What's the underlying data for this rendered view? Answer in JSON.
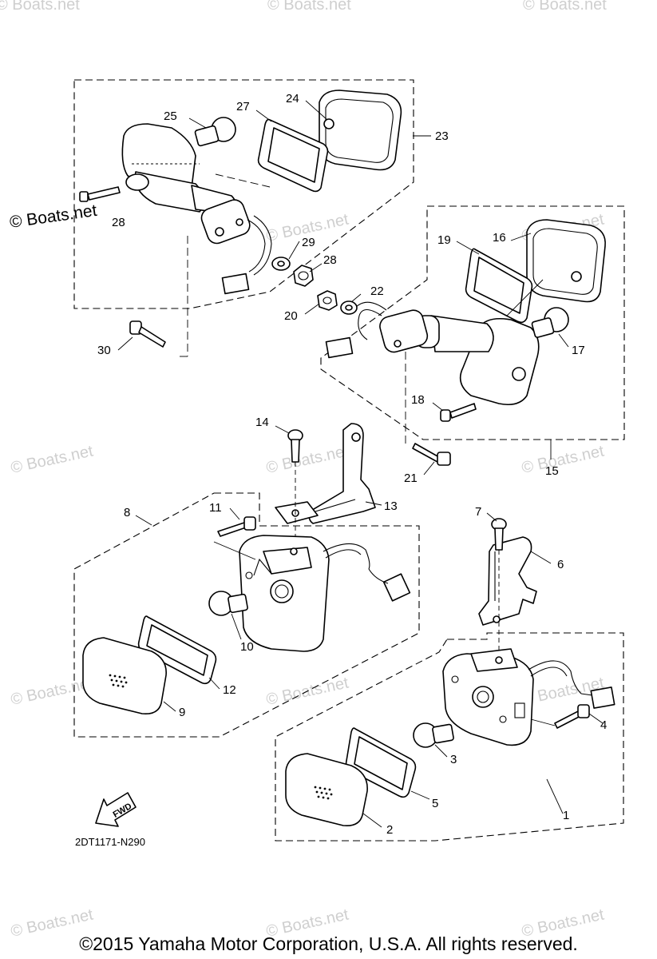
{
  "watermark_text": "© Boats.net",
  "boats_label": "© Boats.net",
  "drawing_code": "2DT1171-N290",
  "fwd_label": "FWD",
  "copyright": "©2015 Yamaha Motor Corporation, U.S.A. All rights reserved.",
  "callouts": {
    "c1": "1",
    "c2": "2",
    "c3": "3",
    "c4": "4",
    "c5": "5",
    "c6": "6",
    "c7": "7",
    "c8": "8",
    "c9": "9",
    "c10": "10",
    "c11": "11",
    "c12": "12",
    "c13": "13",
    "c14": "14",
    "c15": "15",
    "c16": "16",
    "c17": "17",
    "c18": "18",
    "c19": "19",
    "c20": "20",
    "c21": "21",
    "c22": "22",
    "c23": "23",
    "c24": "24",
    "c25": "25",
    "c27": "27",
    "c28a": "28",
    "c28b": "28",
    "c29": "29",
    "c30": "30"
  }
}
